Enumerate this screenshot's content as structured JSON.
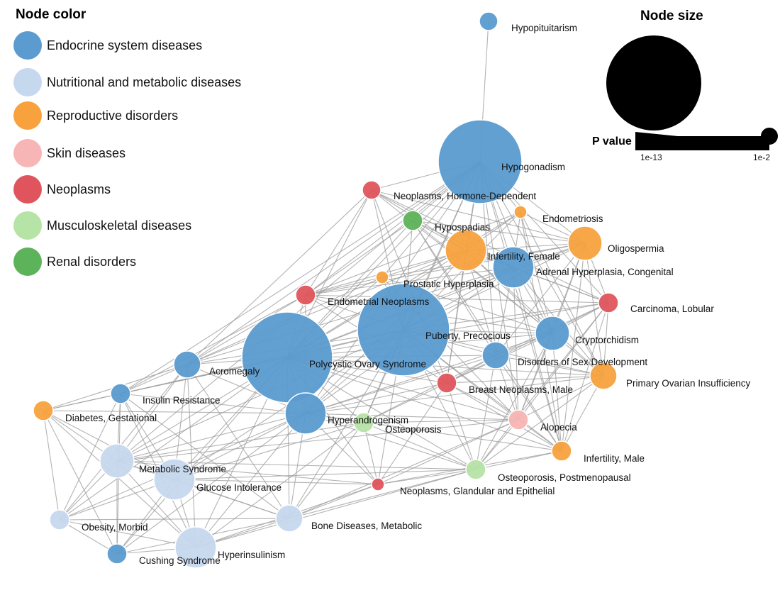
{
  "legend": {
    "color_title": "Node color",
    "categories": [
      {
        "label": "Endocrine system diseases",
        "color": "#5b9bd0"
      },
      {
        "label": "Nutritional and metabolic diseases",
        "color": "#c6d8ee"
      },
      {
        "label": "Reproductive disorders",
        "color": "#f7a23d"
      },
      {
        "label": "Skin diseases",
        "color": "#f8b5b5"
      },
      {
        "label": "Neoplasms",
        "color": "#e0555d"
      },
      {
        "label": "Musculoskeletal diseases",
        "color": "#b6e3a6"
      },
      {
        "label": "Renal disorders",
        "color": "#5db35a"
      }
    ],
    "size_title": "Node size",
    "pvalue_label": "P value",
    "pvalue_min": "1e-13",
    "pvalue_max": "1e-2"
  },
  "nodes": [
    {
      "id": "hypopituitarism",
      "label": "Hypopituitarism",
      "category": 0
    },
    {
      "id": "hypogonadism",
      "label": "Hypogonadism",
      "category": 0
    },
    {
      "id": "neoplasms-hormone-dependent",
      "label": "Neoplasms, Hormone-Dependent",
      "category": 4
    },
    {
      "id": "endometriosis",
      "label": "Endometriosis",
      "category": 2
    },
    {
      "id": "hypospadias",
      "label": "Hypospadias",
      "category": 6
    },
    {
      "id": "oligospermia",
      "label": "Oligospermia",
      "category": 2
    },
    {
      "id": "infertility-female",
      "label": "Infertility, Female",
      "category": 2
    },
    {
      "id": "adrenal-hyperplasia-congenital",
      "label": "Adrenal Hyperplasia, Congenital",
      "category": 0
    },
    {
      "id": "prostatic-hyperplasia",
      "label": "Prostatic Hyperplasia",
      "category": 2
    },
    {
      "id": "endometrial-neoplasms",
      "label": "Endometrial Neoplasms",
      "category": 4
    },
    {
      "id": "carcinoma-lobular",
      "label": "Carcinoma, Lobular",
      "category": 4
    },
    {
      "id": "puberty-precocious",
      "label": "Puberty, Precocious",
      "category": 0
    },
    {
      "id": "cryptorchidism",
      "label": "Cryptorchidism",
      "category": 0
    },
    {
      "id": "polycystic-ovary-syndrome",
      "label": "Polycystic Ovary Syndrome",
      "category": 0
    },
    {
      "id": "disorders-of-sex-development",
      "label": "Disorders of Sex Development",
      "category": 0
    },
    {
      "id": "acromegaly",
      "label": "Acromegaly",
      "category": 0
    },
    {
      "id": "primary-ovarian-insufficiency",
      "label": "Primary Ovarian Insufficiency",
      "category": 2
    },
    {
      "id": "breast-neoplasms-male",
      "label": "Breast Neoplasms, Male",
      "category": 4
    },
    {
      "id": "insulin-resistance",
      "label": "Insulin Resistance",
      "category": 0
    },
    {
      "id": "diabetes-gestational",
      "label": "Diabetes, Gestational",
      "category": 2
    },
    {
      "id": "hyperandrogenism",
      "label": "Hyperandrogenism",
      "category": 0
    },
    {
      "id": "osteoporosis",
      "label": "Osteoporosis",
      "category": 5
    },
    {
      "id": "alopecia",
      "label": "Alopecia",
      "category": 3
    },
    {
      "id": "infertility-male",
      "label": "Infertility, Male",
      "category": 2
    },
    {
      "id": "metabolic-syndrome",
      "label": "Metabolic Syndrome",
      "category": 1
    },
    {
      "id": "osteoporosis-postmenopausal",
      "label": "Osteoporosis, Postmenopausal",
      "category": 5
    },
    {
      "id": "glucose-intolerance",
      "label": "Glucose Intolerance",
      "category": 1
    },
    {
      "id": "neoplasms-glandular-epithelial",
      "label": "Neoplasms, Glandular and Epithelial",
      "category": 4
    },
    {
      "id": "obesity-morbid",
      "label": "Obesity, Morbid",
      "category": 1
    },
    {
      "id": "bone-diseases-metabolic",
      "label": "Bone Diseases, Metabolic",
      "category": 1
    },
    {
      "id": "hyperinsulinism",
      "label": "Hyperinsulinism",
      "category": 1
    },
    {
      "id": "cushing-syndrome",
      "label": "Cushing Syndrome",
      "category": 0
    }
  ]
}
